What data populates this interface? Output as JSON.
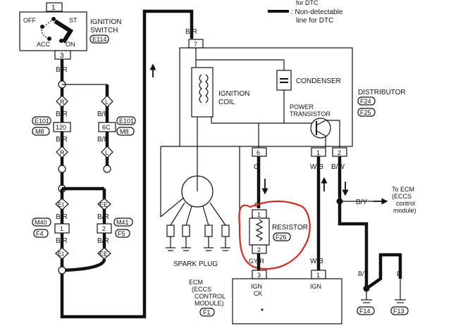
{
  "legend": {
    "line1": ": Non-detectable",
    "line2": "line for DTC",
    "top_fragment": "for DTC"
  },
  "ignition_switch": {
    "label1": "IGNITION",
    "label2": "SWITCH",
    "connector": "E114",
    "off": "OFF",
    "acc": "ACC",
    "on": "ON",
    "st": "ST",
    "term_top": "1",
    "term_bottom": "3"
  },
  "wires": {
    "br": "B/R",
    "g": "G",
    "wb": "W/B",
    "bw": "B/W",
    "gyr": "GY/R",
    "by": "B/Y",
    "b": "B"
  },
  "left_harness": {
    "r_node": "R",
    "l_node": "L",
    "conn_e101": "E101",
    "conn_m8": "M8",
    "term_120": "120",
    "term_6c": "6C",
    "ei": "EI",
    "ee": "EE",
    "conn_m40": "M40",
    "conn_m41": "M41",
    "conn_f4": "F4",
    "conn_f5": "F5",
    "term_1": "1",
    "term_2": "2"
  },
  "distributor": {
    "label": "DISTRIBUTOR",
    "conn_a": "F24",
    "conn_b": "F25",
    "ignition_coil_1": "IGNITION",
    "ignition_coil_2": "COIL",
    "condenser": "CONDENSER",
    "power_transistor_1": "POWER",
    "power_transistor_2": "TRANSISTOR",
    "term_top": "7",
    "term_6": "6",
    "term_1": "1",
    "term_2": "2"
  },
  "spark_plug": {
    "label": "SPARK PLUG"
  },
  "resistor": {
    "label": "RESISTOR",
    "connector": "F26",
    "term_top": "1",
    "term_bottom": "2"
  },
  "ecm_ref": {
    "line1": "To ECM",
    "line2": "(ECCS",
    "line3": "control",
    "line4": "module)"
  },
  "ecm": {
    "line1": "ECM",
    "line2": "(ECCS",
    "line3": "CONTROL",
    "line4": "MODULE)",
    "connector": "F1",
    "ign_ck_1": "IGN",
    "ign_ck_2": "CK",
    "ign": "IGN",
    "term_3": "3",
    "term_1": "1"
  },
  "grounds": {
    "f14": "F14",
    "f13": "F13"
  },
  "colors": {
    "line": "#111111",
    "highlight": "#d42a1f",
    "background": "#ffffff"
  }
}
